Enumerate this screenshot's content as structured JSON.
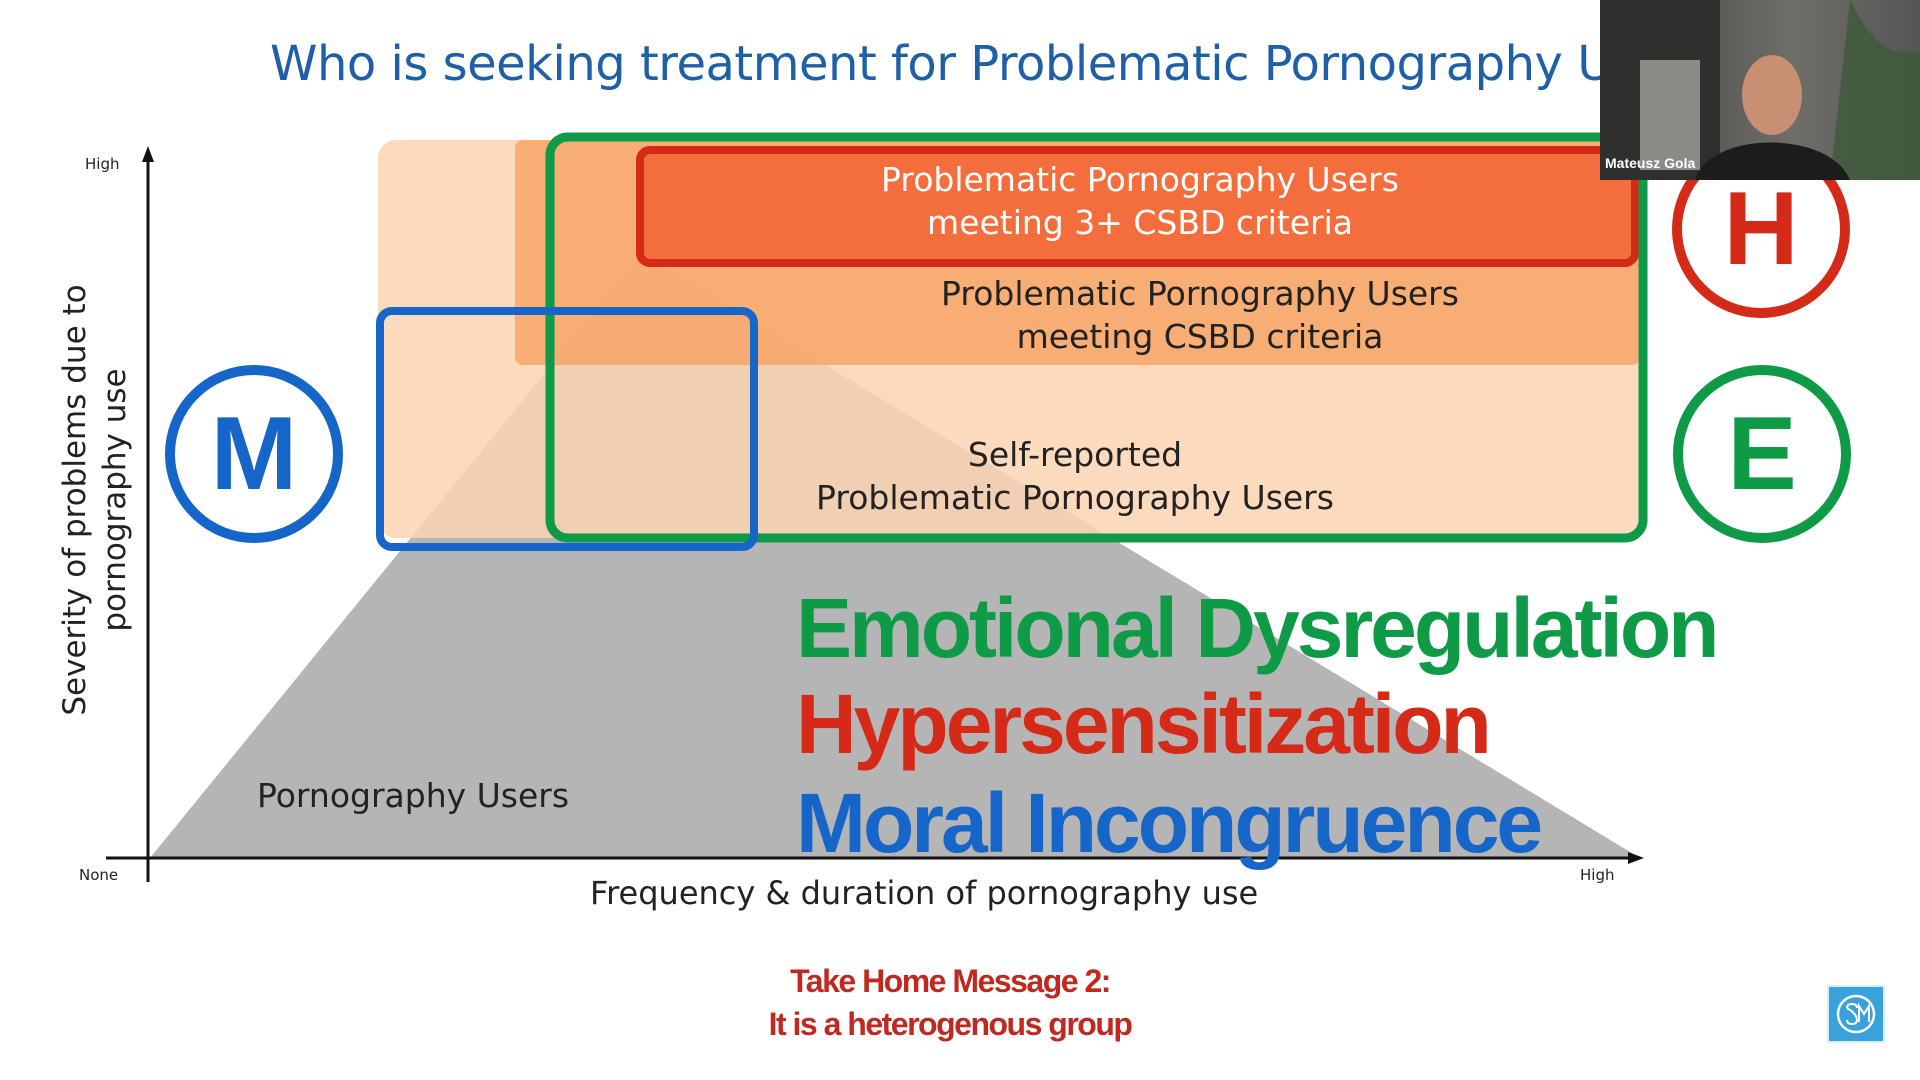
{
  "slide": {
    "title": "Who is seeking treatment for Problematic Pornography Use ?",
    "y_axis": {
      "title": "Severity of problems due to pornography use",
      "high": "High"
    },
    "x_axis": {
      "title": "Frequency & duration of pornography use",
      "none": "None",
      "high": "High"
    },
    "regions": {
      "users": "Pornography Users",
      "self_reported": {
        "line1": "Self-reported",
        "line2": "Problematic Pornography Users"
      },
      "meeting_csbd": {
        "line1": "Problematic Pornography Users",
        "line2": "meeting CSBD criteria"
      },
      "meeting_3plus": {
        "line1": "Problematic Pornography Users",
        "line2": "meeting 3+ CSBD criteria"
      }
    },
    "circles": {
      "moral": "M",
      "hyper": "H",
      "emotional": "E"
    },
    "factors": {
      "emotional": "Emotional Dysregulation",
      "hyper": "Hypersensitization",
      "moral": "Moral Incongruence"
    },
    "take_home": {
      "line1": "Take Home Message 2:",
      "line2": "It is a heterogenous group"
    }
  },
  "webcam": {
    "name": "Mateusz Gola"
  },
  "colors": {
    "title_blue": "#1f5fa8",
    "moral_blue": "#1566c8",
    "emotional_green": "#0f9a48",
    "hyper_red": "#d42a17",
    "pyramid_grey": "#b5b5b5",
    "light_orange": "#fbd3b3",
    "mid_orange": "#f6a566",
    "deep_orange": "#f46d3c"
  },
  "icons": [
    "ssm-logo"
  ]
}
